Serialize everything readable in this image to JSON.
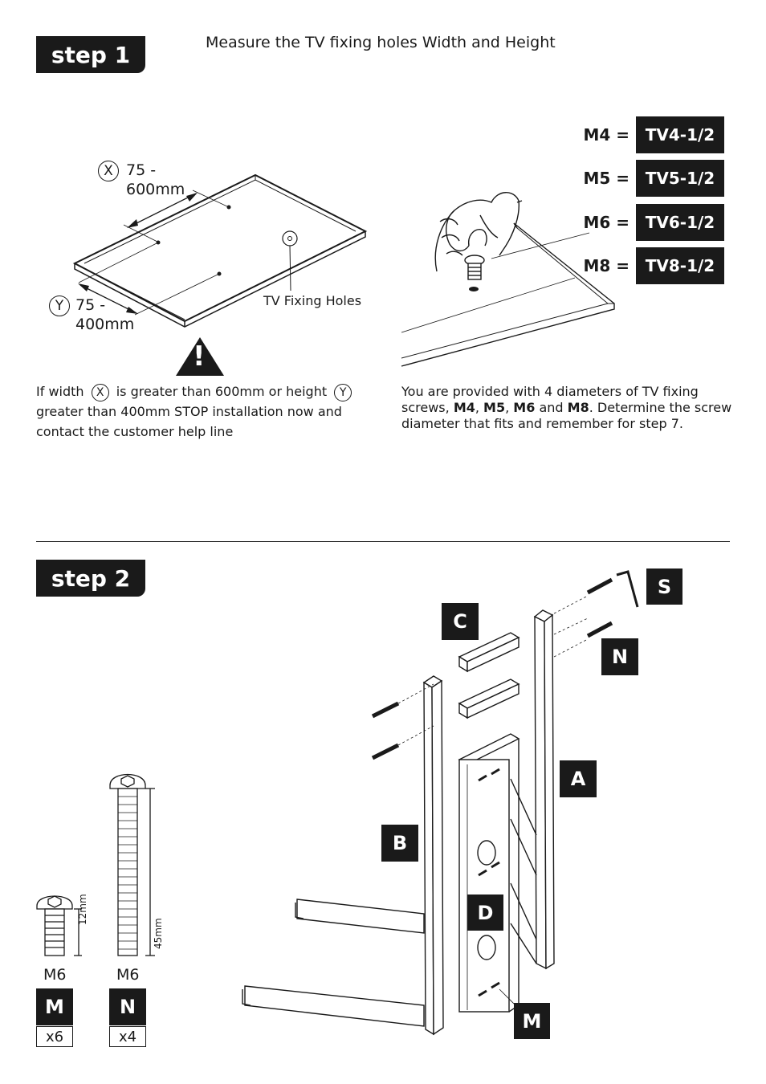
{
  "step1": {
    "badge": "step 1",
    "heading": "Measure the TV fixing holes Width and Height",
    "x_label": "X",
    "x_range_1": "75 -",
    "x_range_2": "600mm",
    "y_label": "Y",
    "y_range_1": "75 -",
    "y_range_2": "400mm",
    "fixing_holes_label": "TV Fixing Holes",
    "warning_symbol": "!",
    "warning_text_a": "If width",
    "warning_text_b": "is greater than 600mm or height",
    "warning_text_c": "greater than 400mm STOP installation now and",
    "warning_text_d": "contact the customer help line",
    "screw_sizes": [
      {
        "m": "M4 =",
        "tv": "TV4-1/2"
      },
      {
        "m": "M5 =",
        "tv": "TV5-1/2"
      },
      {
        "m": "M6 =",
        "tv": "TV6-1/2"
      },
      {
        "m": "M8 =",
        "tv": "TV8-1/2"
      }
    ],
    "provided_text_a": "You are provided with 4 diameters of TV fixing",
    "provided_text_b": "screws,",
    "provided_m4": "M4",
    "provided_m5": "M5",
    "provided_m6": "M6",
    "provided_and": "and",
    "provided_m8": "M8",
    "provided_text_c": ". Determine the screw",
    "provided_text_d": "diameter that fits and remember for step 7."
  },
  "step2": {
    "badge": "step 2",
    "labels": {
      "A": "A",
      "B": "B",
      "C": "C",
      "D": "D",
      "M": "M",
      "N": "N",
      "S": "S"
    },
    "screw_m": {
      "size": "M6",
      "length": "12mm",
      "label": "M",
      "qty": "x6"
    },
    "screw_n": {
      "size": "M6",
      "length": "45mm",
      "label": "N",
      "qty": "x4"
    }
  }
}
